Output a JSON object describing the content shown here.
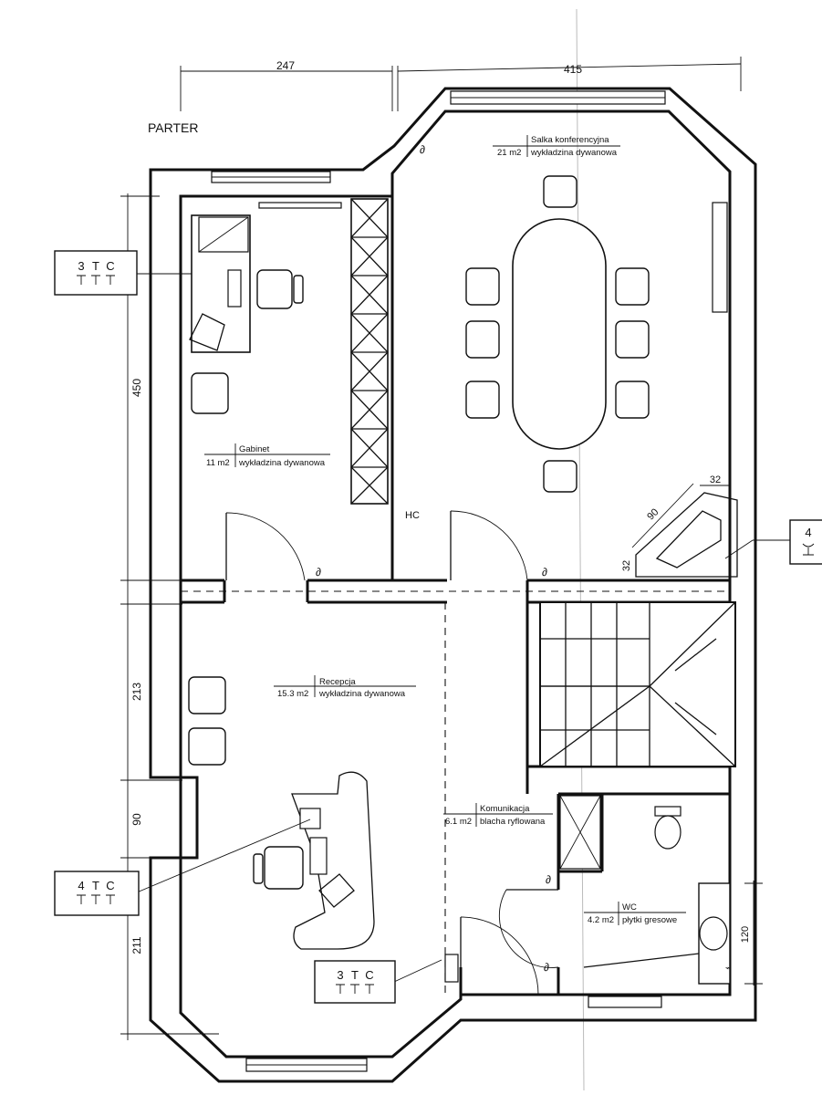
{
  "floor_label": "PARTER",
  "dimensions": {
    "top_left": "247",
    "top_right": "415",
    "left_upper": "450",
    "left_mid": "213",
    "left_small": "90",
    "left_lower": "211",
    "wc_width": "120",
    "corner_a": "32",
    "corner_b": "90",
    "corner_c": "32"
  },
  "rooms": {
    "conference": {
      "name": "Salka konferencyjna",
      "area": "21 m2",
      "floor": "wykładzina dywanowa"
    },
    "office": {
      "name": "Gabinet",
      "area": "11 m2",
      "floor": "wykładzina dywanowa"
    },
    "reception": {
      "name": "Recepcja",
      "area": "15.3 m2",
      "floor": "wykładzina dywanowa"
    },
    "corridor": {
      "name": "Komunikacja",
      "area": "6.1 m2",
      "floor": "blacha ryflowana"
    },
    "wc": {
      "name": "WC",
      "area": "4.2 m2",
      "floor": "płytki gresowe"
    }
  },
  "outlet_boxes": {
    "office": {
      "count": "3",
      "t": "T",
      "c": "C"
    },
    "reception": {
      "count": "4",
      "t": "T",
      "c": "C"
    },
    "reception_lower": {
      "count": "3",
      "t": "T",
      "c": "C"
    },
    "conference": {
      "count": "4"
    }
  }
}
